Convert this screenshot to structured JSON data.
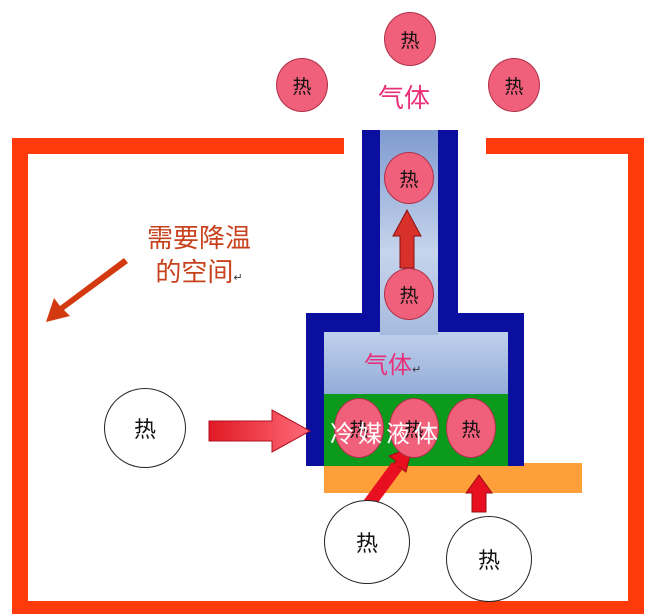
{
  "labels": {
    "gas_top": "气体",
    "gas_box": "气体",
    "liquid": "冷媒液体",
    "space_line1": "需要降温",
    "space_line2": "的空间",
    "return_mark": "↵"
  },
  "balls": {
    "top_center": "热",
    "top_left": "热",
    "top_right": "热",
    "pipe_upper": "热",
    "pipe_lower": "热",
    "liquid_1": "热",
    "liquid_2": "热",
    "liquid_3": "热",
    "left_white": "热",
    "bottom_white_1": "热",
    "bottom_white_2": "热"
  },
  "colors": {
    "wall": "#ff3a0a",
    "container": "#0b0fa0",
    "gas_fill": "#a9bde0",
    "liquid_fill": "#0c9a1c",
    "heat_plate": "#ff9f3a",
    "heat_ball": "#f0607a",
    "arrow_red": "#e81020",
    "text_magenta": "#e8307a",
    "text_orange": "#c8421e"
  }
}
